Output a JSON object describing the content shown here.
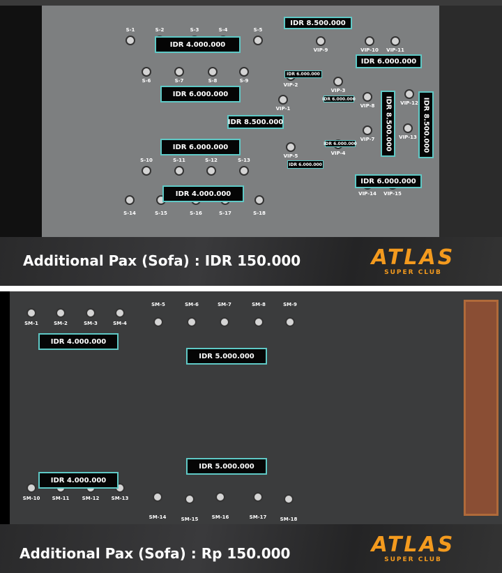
{
  "top_plan": {
    "prices": [
      "IDR 8.500.000",
      "IDR 4.000.000",
      "IDR 6.000.000",
      "IDR 6.000.000",
      "IDR 6.000.000",
      "IDR 6.000.000",
      "IDR 8.500.000",
      "IDR 8.500.000",
      "IDR 8.500.000",
      "IDR 6.000.000",
      "IDR 6.000.000",
      "IDR 6.000.000",
      "IDR 6.000.000",
      "IDR 4.000.000"
    ],
    "seats": [
      "S-1",
      "S-2",
      "S-3",
      "S-4",
      "S-5",
      "S-6",
      "S-7",
      "S-8",
      "S-9",
      "S-10",
      "S-11",
      "S-12",
      "S-13",
      "S-14",
      "S-15",
      "S-16",
      "S-17",
      "S-18",
      "VIP-9",
      "VIP-10",
      "VIP-11",
      "VIP-2",
      "VIP-3",
      "VIP-1",
      "VIP-8",
      "VIP-12",
      "VIP-7",
      "VIP-13",
      "VIP-5",
      "VIP-4",
      "VIP-14",
      "VIP-15"
    ]
  },
  "top_banner": {
    "text": "Additional Pax (Sofa) : IDR 150.000",
    "logo": "ATLAS",
    "logo_sub": "SUPER CLUB"
  },
  "bottom_plan": {
    "prices": [
      "IDR 4.000.000",
      "IDR 5.000.000",
      "IDR 5.000.000",
      "IDR 4.000.000"
    ],
    "seats": [
      "SM-1",
      "SM-2",
      "SM-3",
      "SM-4",
      "SM-5",
      "SM-6",
      "SM-7",
      "SM-8",
      "SM-9",
      "SM-10",
      "SM-11",
      "SM-12",
      "SM-13",
      "SM-14",
      "SM-15",
      "SM-16",
      "SM-17",
      "SM-18"
    ]
  },
  "bottom_banner": {
    "text": "Additional Pax (Sofa) : Rp 150.000",
    "logo": "ATLAS",
    "logo_sub": "SUPER CLUB"
  },
  "colors": {
    "accent": "#5fc9c6",
    "logo": "#f39a1e",
    "sofa": "#7a4b36"
  }
}
